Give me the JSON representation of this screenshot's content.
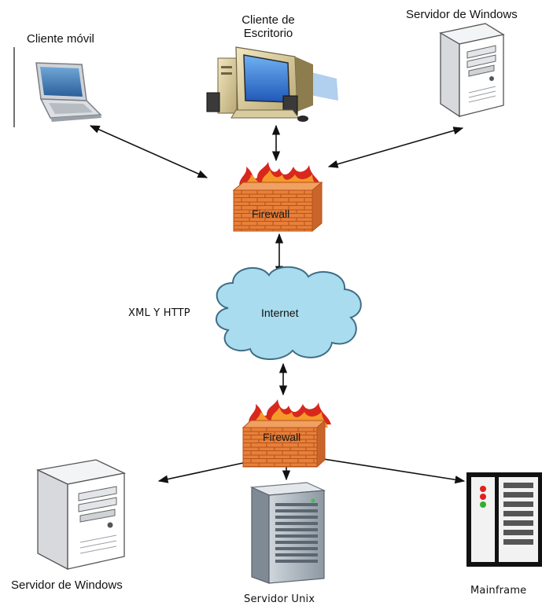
{
  "nodes": {
    "mobile_client": {
      "label": "Cliente móvil",
      "icon": "laptop-icon"
    },
    "desktop_client": {
      "label_line1": "Cliente de",
      "label_line2": "Escritorio",
      "icon": "desktop-computer-icon"
    },
    "windows_server_top": {
      "label": "Servidor de Windows",
      "icon": "tower-server-icon"
    },
    "firewall_top": {
      "label": "Firewall",
      "icon": "firewall-icon"
    },
    "internet": {
      "label": "Internet",
      "icon": "cloud-icon"
    },
    "firewall_bottom": {
      "label": "Firewall",
      "icon": "firewall-icon"
    },
    "windows_server_bottom": {
      "label": "Servidor de Windows",
      "icon": "tower-server-icon"
    },
    "unix_server": {
      "label": "Servidor Unix",
      "icon": "rack-server-icon"
    },
    "mainframe": {
      "label": "Mainframe",
      "icon": "mainframe-icon"
    }
  },
  "protocol_label": "XML Y HTTP",
  "colors": {
    "brick": "#e8803a",
    "brick_dark": "#b5521a",
    "flame_red": "#d8281e",
    "flame_orange": "#f59a2a",
    "cloud": "#a9dcee",
    "cloud_edge": "#3f6e86",
    "arrow": "#111111"
  }
}
